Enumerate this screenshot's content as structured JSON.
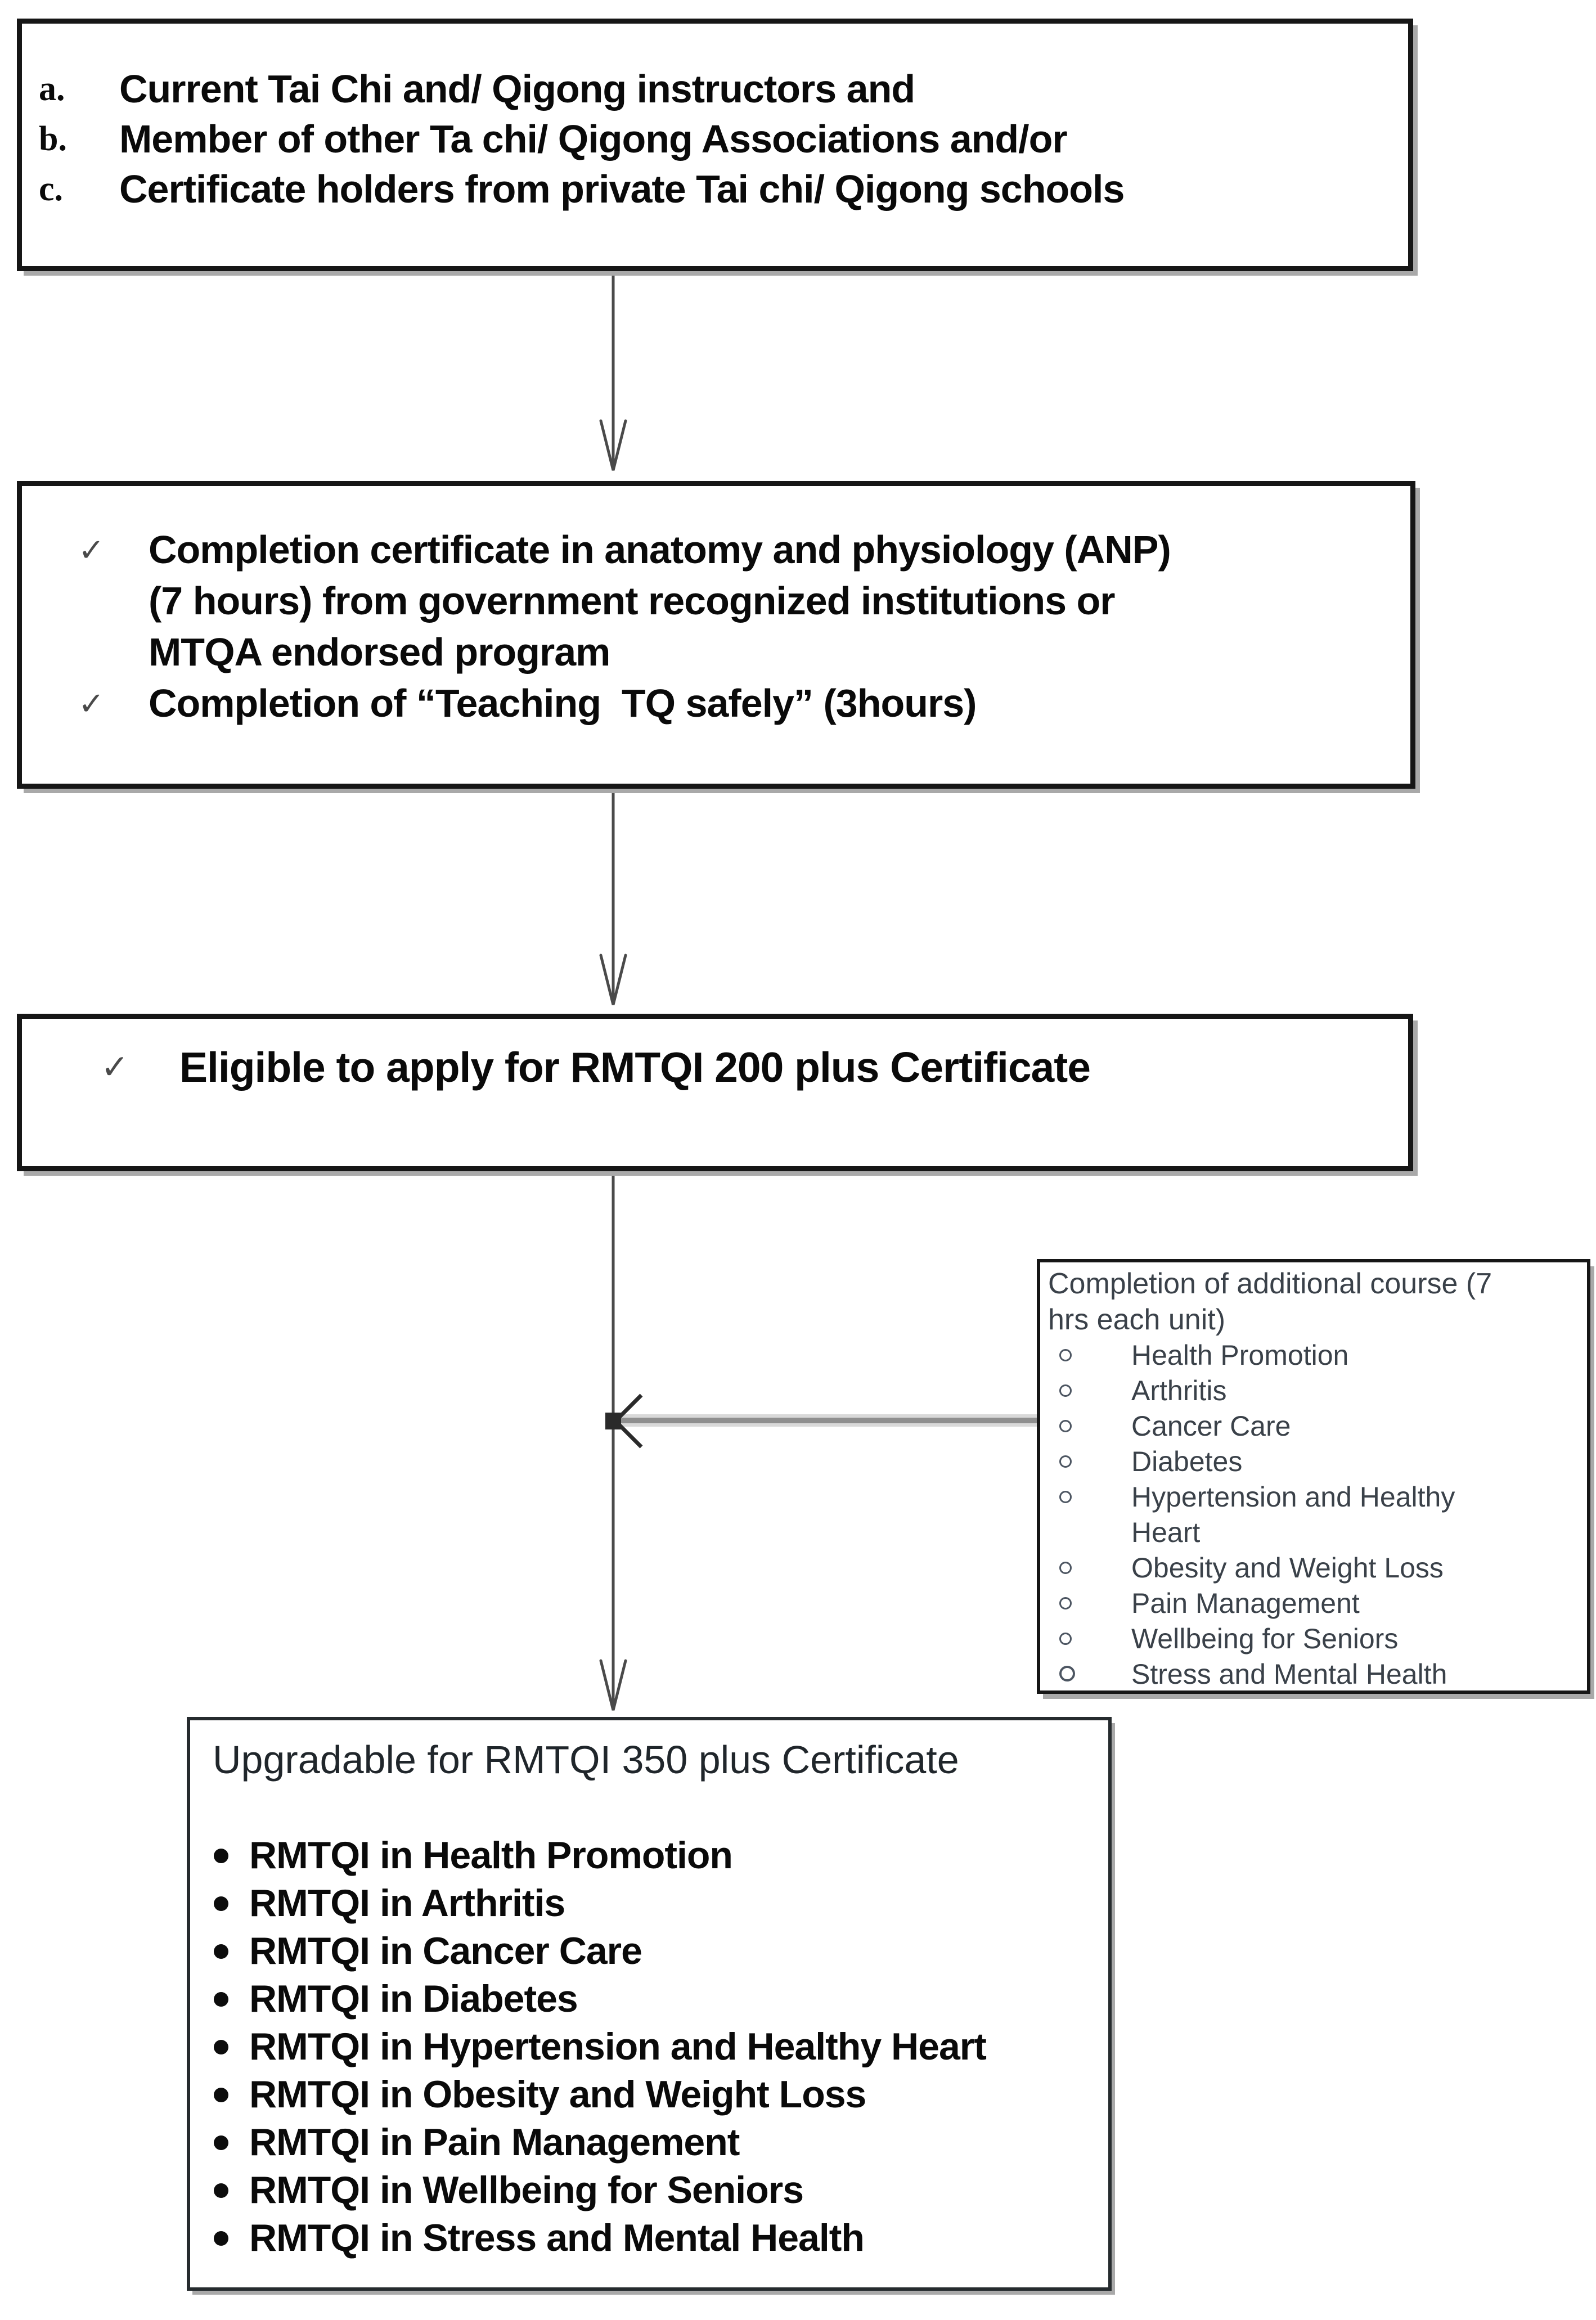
{
  "colors": {
    "ink": "#0a0a0a",
    "border": "#161616",
    "shadow": "#a9a9a9",
    "line": "#4a4a4a",
    "band-light": "#d9d9d9",
    "band-dark": "#8f8f8f",
    "chevron": "#2a2a2a",
    "check": "#4a4a4a",
    "muted": "#3a4149",
    "bullet": "#4d5662",
    "title": "#20262b"
  },
  "box_eligibility": {
    "items": [
      {
        "marker": "a.",
        "text": "Current Tai Chi and/ Qigong instructors and"
      },
      {
        "marker": "b.",
        "text": "Member of other Ta chi/ Qigong Associations and/or"
      },
      {
        "marker": "c.",
        "text": "Certificate holders from private Tai chi/ Qigong schools"
      }
    ]
  },
  "box_requirements": {
    "items": [
      {
        "marker": "✓",
        "lines": [
          "Completion certificate in anatomy and physiology (ANP)",
          "(7 hours) from government recognized institutions or",
          "MTQA endorsed program"
        ]
      },
      {
        "marker": "✓",
        "lines": [
          "Completion of “Teaching  TQ safely” (3hours)"
        ]
      }
    ]
  },
  "box_apply": {
    "marker": "✓",
    "text": "Eligible to apply for RMTQI 200 plus Certificate"
  },
  "box_additional": {
    "heading_lines": [
      "Completion of additional course (7",
      "hrs each unit)"
    ],
    "bullet_icon": "circle-outline",
    "items": [
      {
        "lines": [
          "Health Promotion"
        ]
      },
      {
        "lines": [
          "Arthritis"
        ]
      },
      {
        "lines": [
          "Cancer Care"
        ]
      },
      {
        "lines": [
          "Diabetes"
        ]
      },
      {
        "lines": [
          "Hypertension and Healthy",
          "Heart"
        ]
      },
      {
        "lines": [
          "Obesity and Weight Loss"
        ]
      },
      {
        "lines": [
          "Pain Management"
        ]
      },
      {
        "lines": [
          "Wellbeing for Seniors"
        ]
      },
      {
        "lines": [
          "Stress and Mental Health"
        ]
      }
    ]
  },
  "box_upgrade": {
    "title": "Upgradable for RMTQI 350 plus Certificate",
    "bullet_icon": "dot",
    "items": [
      "RMTQI in Health Promotion",
      "RMTQI in Arthritis",
      "RMTQI in Cancer Care",
      "RMTQI in Diabetes",
      "RMTQI in Hypertension and Healthy Heart",
      "RMTQI in Obesity and Weight Loss",
      "RMTQI in Pain Management",
      "RMTQI in Wellbeing for Seniors",
      "RMTQI in Stress and Mental Health"
    ]
  }
}
